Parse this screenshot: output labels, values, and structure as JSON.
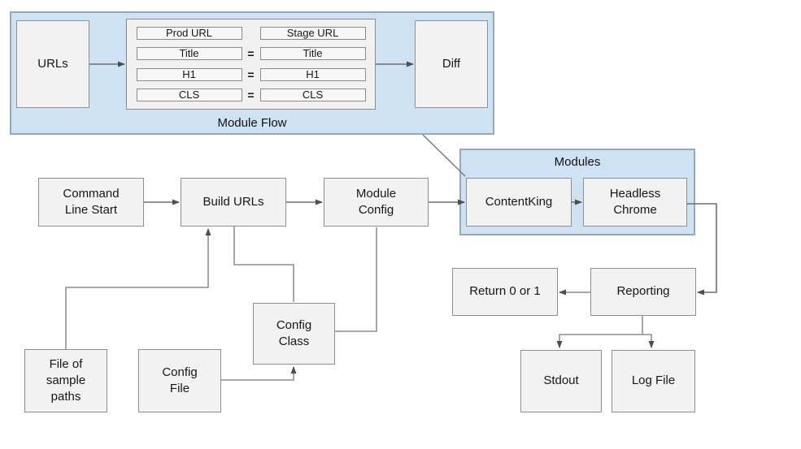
{
  "module_flow_group": {
    "label": "Module Flow",
    "urls": "URLs",
    "diff": "Diff",
    "comparison_rows": [
      {
        "left": "Prod URL",
        "eq": "",
        "right": "Stage URL"
      },
      {
        "left": "Title",
        "eq": "=",
        "right": "Title"
      },
      {
        "left": "H1",
        "eq": "=",
        "right": "H1"
      },
      {
        "left": "CLS",
        "eq": "=",
        "right": "CLS"
      }
    ]
  },
  "modules_group": {
    "label": "Modules",
    "contentking": "ContentKing",
    "headless_chrome": "Headless\nChrome"
  },
  "nodes": {
    "command_line_start": "Command\nLine Start",
    "build_urls": "Build URLs",
    "module_config": "Module\nConfig",
    "return_0_or_1": "Return 0 or 1",
    "reporting": "Reporting",
    "stdout": "Stdout",
    "log_file": "Log File",
    "file_of_sample_paths": "File of\nsample\npaths",
    "config_file": "Config\nFile",
    "config_class": "Config\nClass"
  },
  "colors": {
    "group_fill": "#cfe2f3",
    "group_border": "#92a9bd",
    "node_fill": "#f2f2f2",
    "node_border": "#8f8f8f",
    "arrow_line": "#6e6e6e",
    "connector_line": "#9d9d9d",
    "arrowhead": "#4d4d4d",
    "text": "#161616"
  }
}
